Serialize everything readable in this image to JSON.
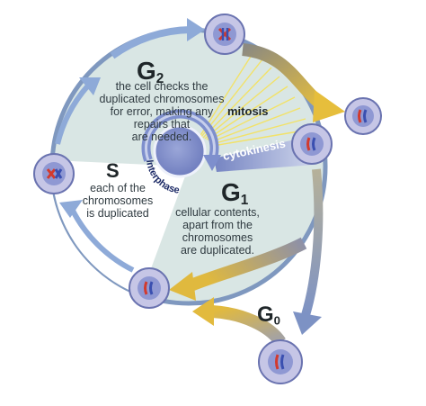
{
  "phases": {
    "g2": {
      "letter": "G",
      "sub": "2",
      "description": [
        "the cell checks the",
        "duplicated chromosomes",
        "for error, making any",
        "repairs that",
        "are needed."
      ]
    },
    "s": {
      "letter": "S",
      "description": [
        "each of the",
        "chromosomes",
        "is duplicated"
      ]
    },
    "g1": {
      "letter": "G",
      "sub": "1",
      "description": [
        "cellular contents,",
        "apart from the",
        "chromosomes",
        "are duplicated."
      ]
    },
    "g0": {
      "letter": "G",
      "sub": "0"
    }
  },
  "labels": {
    "mitosis": "mitosis",
    "cytokinesis": "cytokinesis",
    "interphase": "Interphase"
  },
  "colors": {
    "ring_fill": "#d9e6e4",
    "ring_stroke": "#7f98bf",
    "arrow_blue": "#8eaad8",
    "arrow_gold": "#e2bb3e",
    "cell_outer": "#c6c6e6",
    "cell_inner": "#7d86c7",
    "chrom_red": "#d23a2e",
    "chrom_blue": "#3a4fb0",
    "mitosis_rays": "#f2e268",
    "cytokinesis_band": "#8f9ecf"
  },
  "icons": [
    "cell-icon",
    "chromosome-icon",
    "cycle-arrow-icon"
  ]
}
